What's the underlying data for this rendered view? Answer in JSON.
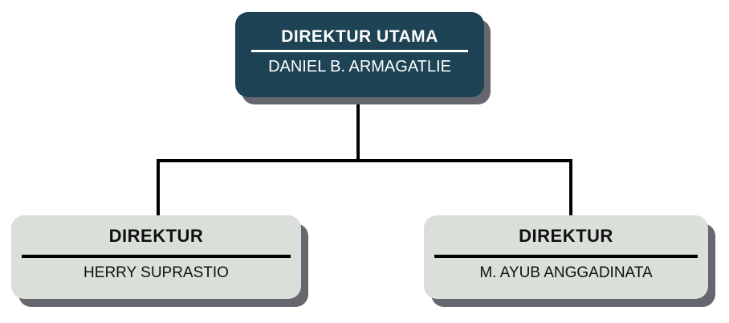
{
  "org_chart": {
    "root": {
      "title": "DIREKTUR UTAMA",
      "name": "DANIEL B. ARMAGATLIE"
    },
    "children": [
      {
        "title": "DIREKTUR",
        "name": "HERRY SUPRASTIO"
      },
      {
        "title": "DIREKTUR",
        "name": "M. AYUB ANGGADINATA"
      }
    ]
  },
  "colors": {
    "background": "#FFFFFF",
    "root_box_fill": "#1D4355",
    "root_box_text": "#FFFFFF",
    "root_underline": "#FFFFFF",
    "child_box_fill": "#DAE0D9",
    "child_box_text": "#111111",
    "child_divider": "#000000",
    "connector_line": "#000000",
    "drop_shadow": "#66666F"
  }
}
